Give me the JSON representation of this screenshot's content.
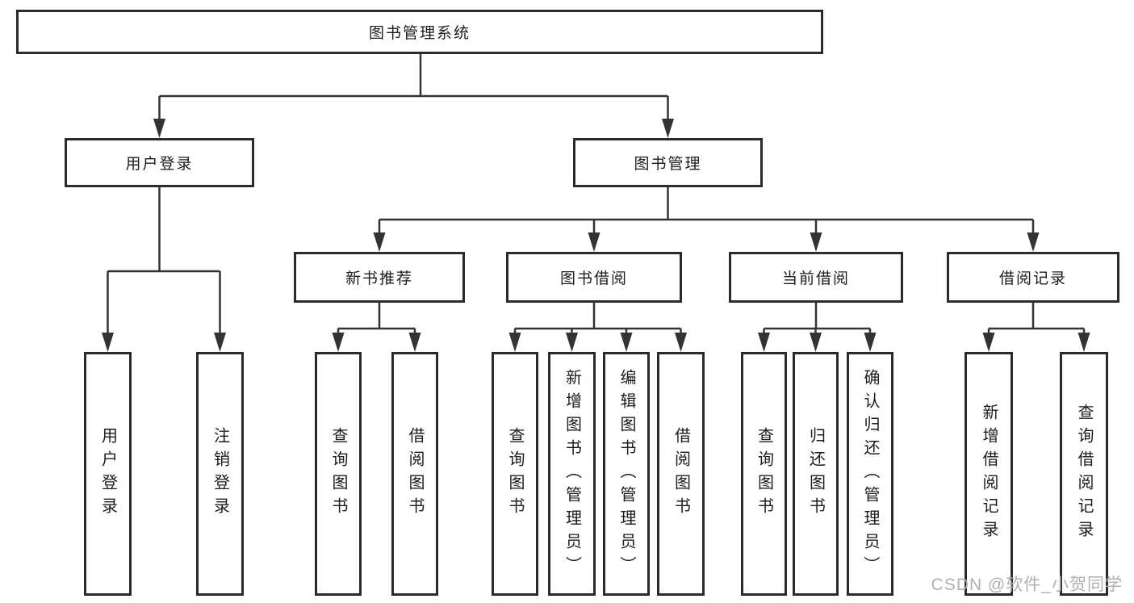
{
  "diagram": {
    "root_label": "图书管理系统",
    "branches": [
      {
        "label": "用户登录",
        "leaves": [
          "用户登录",
          "注销登录"
        ]
      },
      {
        "label": "图书管理",
        "sections": [
          {
            "label": "新书推荐",
            "leaves": [
              "查询图书",
              "借阅图书"
            ]
          },
          {
            "label": "图书借阅",
            "leaves": [
              "查询图书",
              "新增图书（管理员）",
              "编辑图书（管理员）",
              "借阅图书"
            ]
          },
          {
            "label": "当前借阅",
            "leaves": [
              "查询图书",
              "归还图书",
              "确认归还（管理员）"
            ]
          },
          {
            "label": "借阅记录",
            "leaves": [
              "新增借阅记录",
              "查询借阅记录"
            ]
          }
        ]
      }
    ]
  },
  "watermark": {
    "text": "CSDN @软件_小贺同学"
  },
  "colors": {
    "line": "#333333",
    "box_border": "#2b2b2b",
    "text": "#1c1c1c",
    "watermark": "#b0b0b0",
    "background": "#ffffff"
  }
}
